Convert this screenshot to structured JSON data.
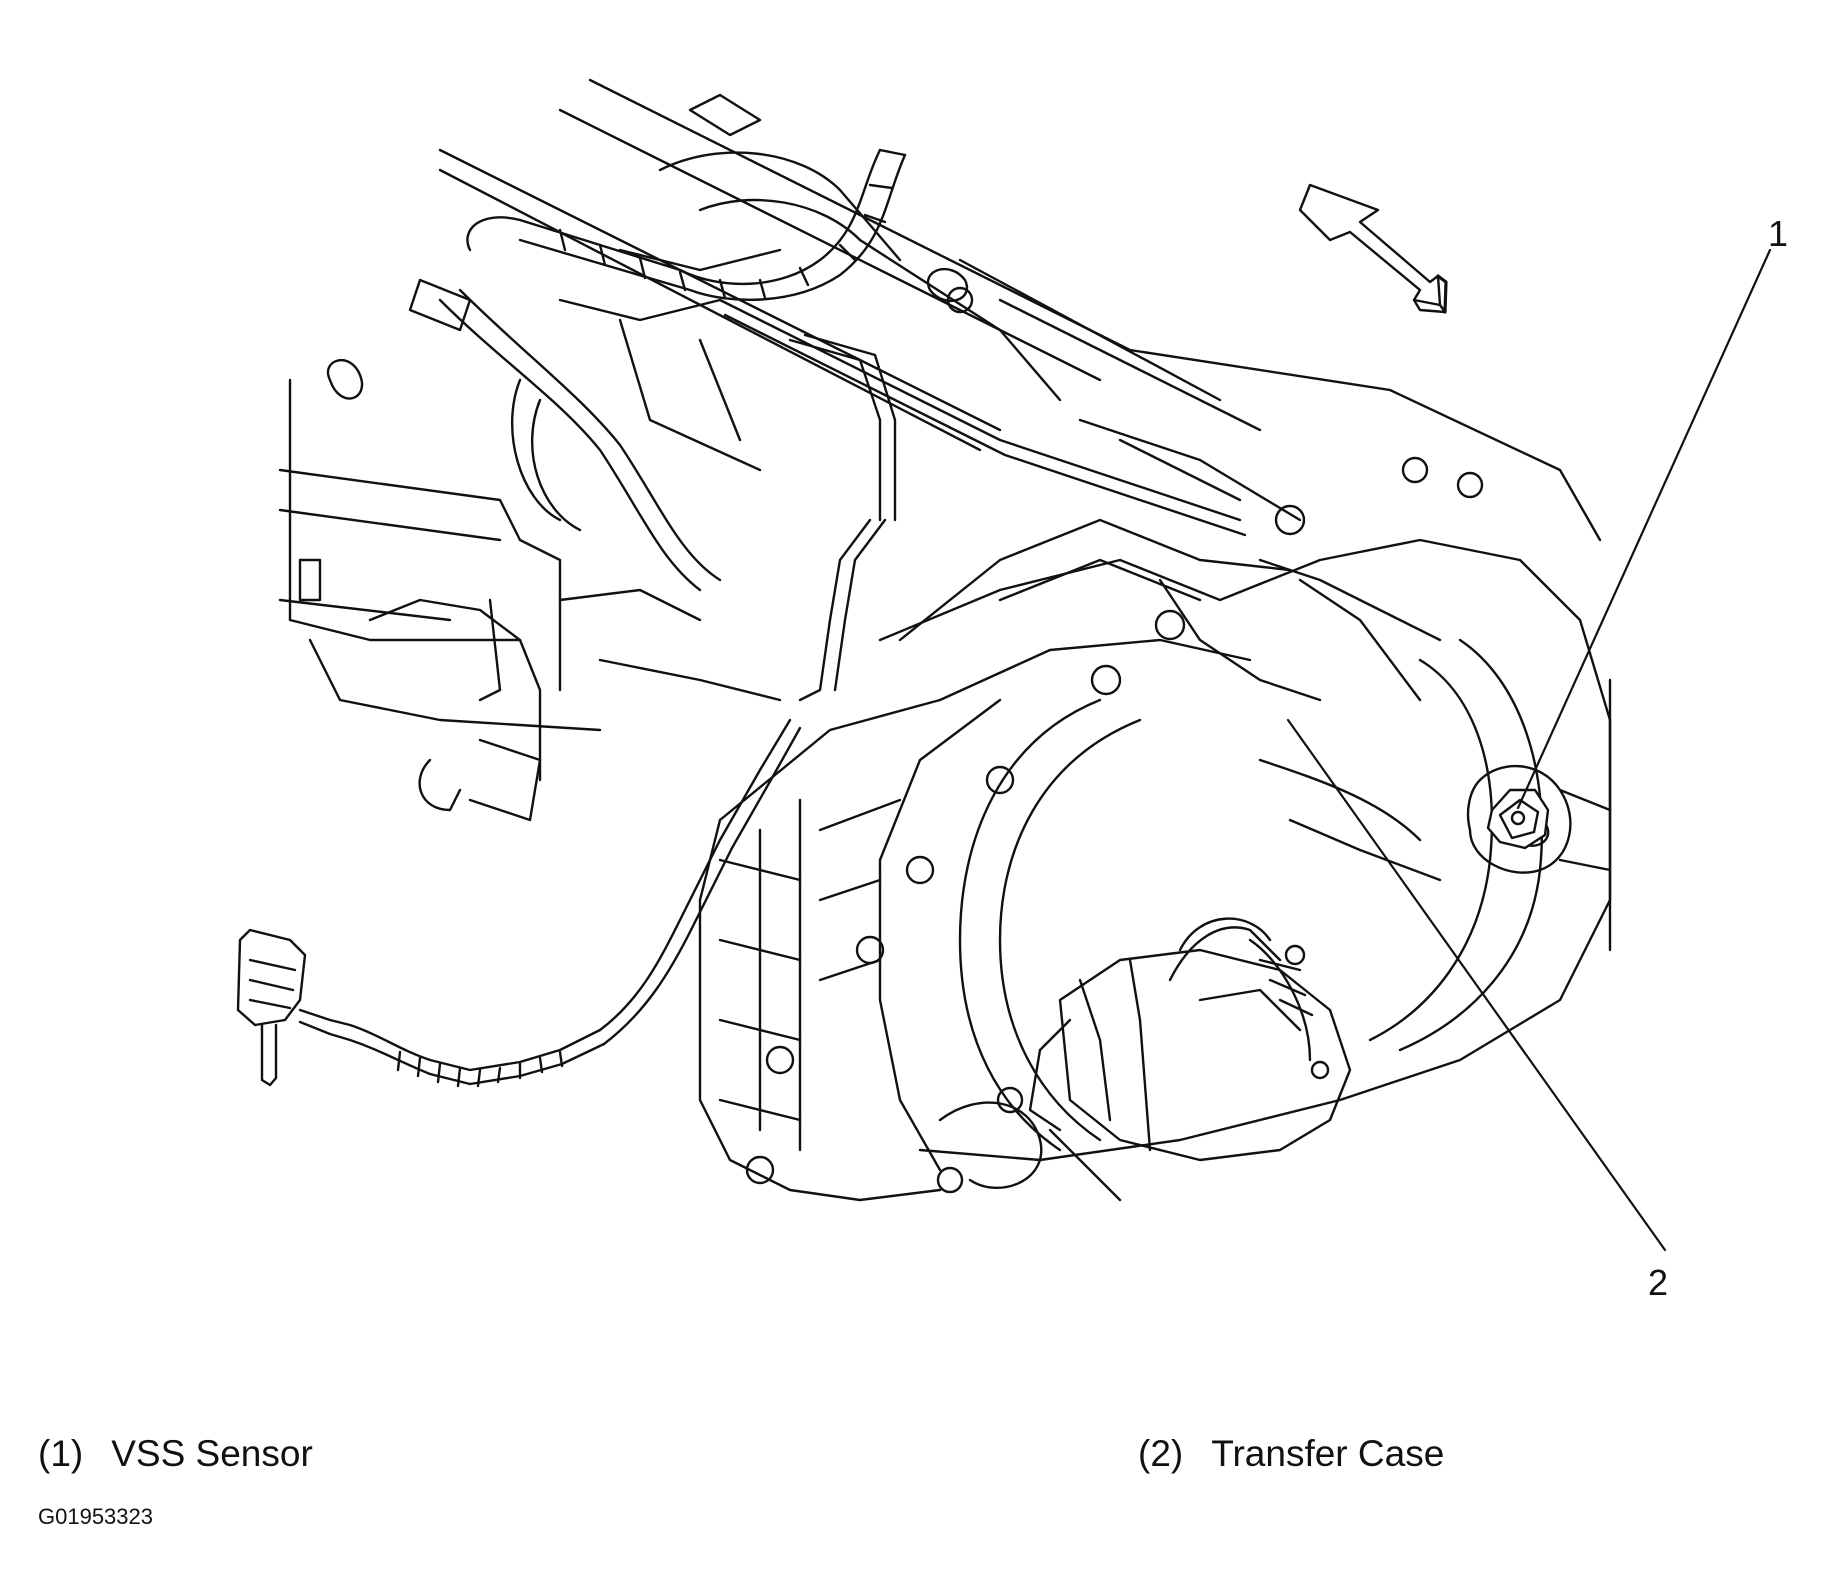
{
  "callouts": [
    {
      "number": "1",
      "label": "VSS Sensor"
    },
    {
      "number": "2",
      "label": "Transfer Case"
    }
  ],
  "legend": [
    {
      "number": "(1)",
      "label": "VSS Sensor"
    },
    {
      "number": "(2)",
      "label": "Transfer Case"
    }
  ],
  "figure_id": "G01953323",
  "icons": [
    "direction-arrow-icon"
  ],
  "colors": {
    "line": "#111111",
    "background": "#ffffff"
  }
}
